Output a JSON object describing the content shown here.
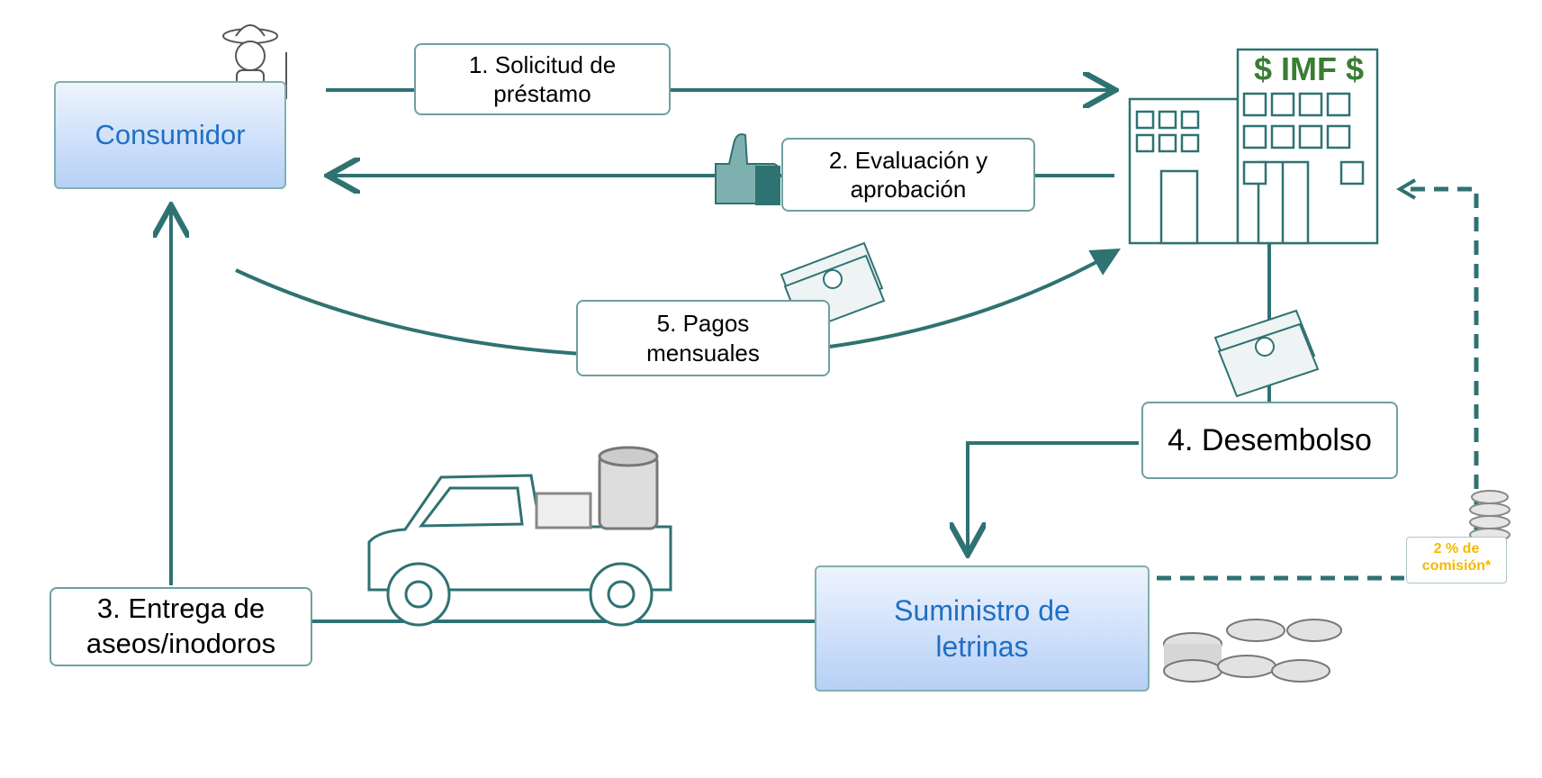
{
  "nodes": {
    "consumer": "Consumidor",
    "mfi": "$ IMF $",
    "supplier": "Suministro de\nletrinas"
  },
  "steps": {
    "loan_request": "1. Solicitud de\npréstamo",
    "evaluation": "2. Evaluación y\naprobación",
    "delivery": "3. Entrega de\naseos/inodoros",
    "disbursement": "4. Desembolso",
    "monthly_payments": "5. Pagos\nmensuales"
  },
  "commission": "2 % de\ncomisión*",
  "colors": {
    "arrow": "#2f7272",
    "consumer_text": "#1f6fc5",
    "mfi_text": "#3a7d33",
    "commission_text": "#f5b800"
  }
}
